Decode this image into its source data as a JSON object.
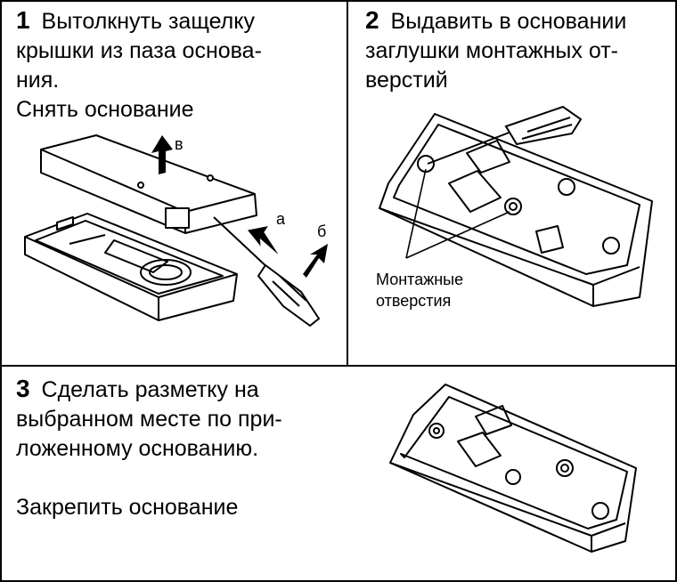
{
  "step1": {
    "number": "1",
    "line1": "Вытолкнуть защелку",
    "line2": "крышки из паза основа-",
    "line3": "ния.",
    "line4": "Снять основание",
    "label_a": "а",
    "label_b": "б",
    "label_v": "в"
  },
  "step2": {
    "number": "2",
    "line1": "Выдавить в основании",
    "line2": "заглушки монтажных от-",
    "line3": "верстий",
    "callout_line1": "Монтажные",
    "callout_line2": "отверстия"
  },
  "step3": {
    "number": "3",
    "line1": "Сделать разметку на",
    "line2": "выбранном месте по при-",
    "line3": "ложенному основанию.",
    "line4": "Закрепить основание"
  }
}
